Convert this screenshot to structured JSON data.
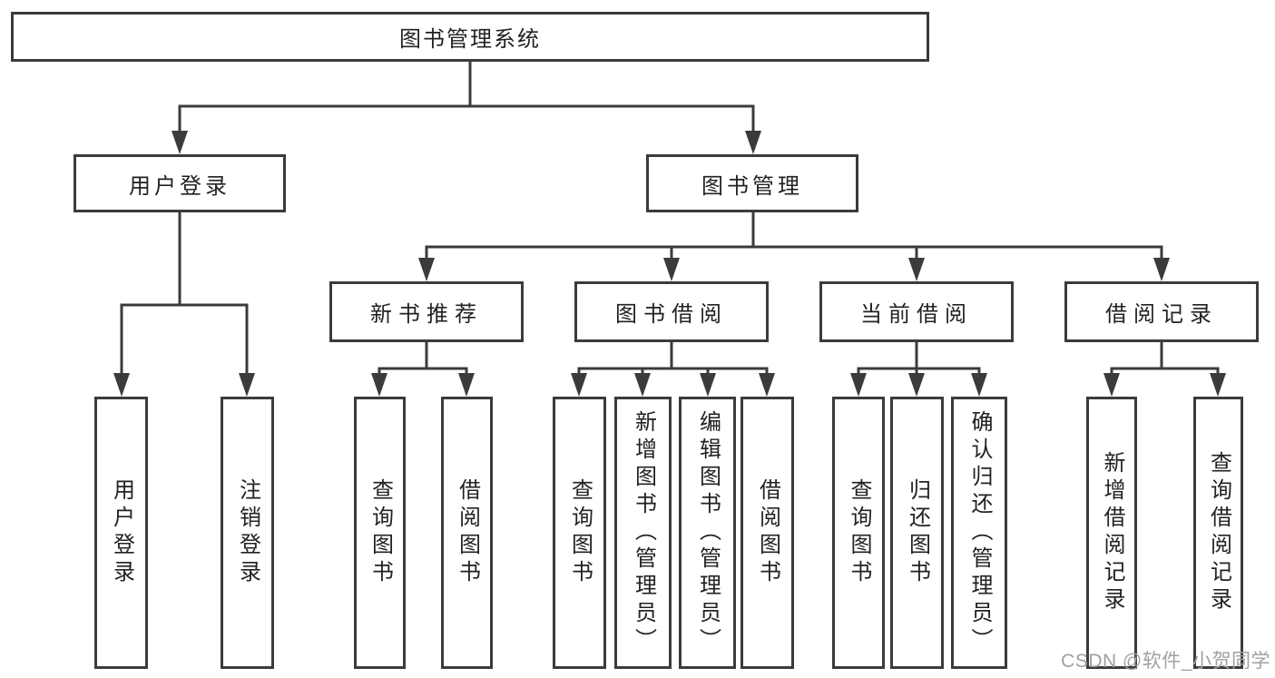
{
  "diagram": {
    "root": {
      "label": "图书管理系统"
    },
    "branches": [
      {
        "label": "用户登录",
        "children": [
          {
            "label": "用户登录"
          },
          {
            "label": "注销登录"
          }
        ]
      },
      {
        "label": "图书管理",
        "children": [
          {
            "label": "新书推荐",
            "children": [
              {
                "label": "查询图书"
              },
              {
                "label": "借阅图书"
              }
            ]
          },
          {
            "label": "图书借阅",
            "children": [
              {
                "label": "查询图书"
              },
              {
                "label": "新增图书（管理员）"
              },
              {
                "label": "编辑图书（管理员）"
              },
              {
                "label": "借阅图书"
              }
            ]
          },
          {
            "label": "当前借阅",
            "children": [
              {
                "label": "查询图书"
              },
              {
                "label": "归还图书"
              },
              {
                "label": "确认归还（管理员）"
              }
            ]
          },
          {
            "label": "借阅记录",
            "children": [
              {
                "label": "新增借阅记录"
              },
              {
                "label": "查询借阅记录"
              }
            ]
          }
        ]
      }
    ]
  },
  "watermark": "CSDN @软件_小贺同学",
  "colors": {
    "line": "#3b3b3b",
    "text": "#222222",
    "watermark": "#a0a0a0",
    "background": "#ffffff"
  }
}
